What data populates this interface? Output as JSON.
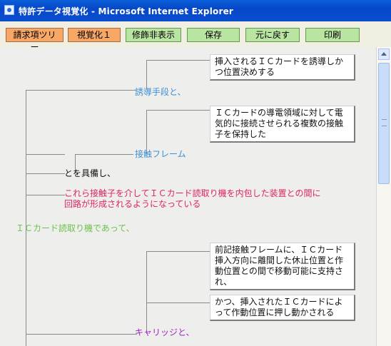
{
  "window": {
    "title": "特許データ視覚化 - Microsoft Internet Explorer"
  },
  "toolbar": {
    "buttons": [
      {
        "label": "請求項ツリー",
        "style": "orange"
      },
      {
        "label": "視覚化１",
        "style": "orange"
      },
      {
        "label": "修飾非表示",
        "style": "green"
      },
      {
        "label": "保存",
        "style": "green"
      },
      {
        "label": "元に戻す",
        "style": "green"
      },
      {
        "label": "印刷",
        "style": "green"
      }
    ]
  },
  "tree": {
    "nodes": [
      {
        "id": "n1",
        "text": [
          "挿入されるＩＣカードを誘導しか",
          "つ位置決めする"
        ],
        "color": "black",
        "boxed": true
      },
      {
        "id": "n2",
        "text": [
          "誘導手段と、"
        ],
        "color": "blue",
        "boxed": false
      },
      {
        "id": "n3",
        "text": [
          "ＩＣカードの導電領域に対して電",
          "気的に接続させられる複数の接触",
          "子を保持した"
        ],
        "color": "black",
        "boxed": true
      },
      {
        "id": "n4",
        "text": [
          "接触フレーム"
        ],
        "color": "blue",
        "boxed": false
      },
      {
        "id": "n5",
        "text": [
          "とを具備し、"
        ],
        "color": "black",
        "boxed": false
      },
      {
        "id": "n6",
        "text": [
          "これら接触子を介してＩＣカード読取り機を内包した装置との間に",
          "回路が形成されるようになっている"
        ],
        "color": "pink",
        "boxed": false
      },
      {
        "id": "n7",
        "text": [
          "ＩＣカード読取り機であって、"
        ],
        "color": "green",
        "boxed": false
      },
      {
        "id": "n8",
        "text": [
          "前記接触フレームに、ＩＣカード",
          "挿入方向に離間した休止位置と作",
          "動位置との間で移動可能に支持さ",
          "れ、"
        ],
        "color": "black",
        "boxed": true
      },
      {
        "id": "n9",
        "text": [
          "かつ、挿入されたＩＣカードによ",
          "って作動位置に押し動かされる"
        ],
        "color": "black",
        "boxed": true
      },
      {
        "id": "n10",
        "text": [
          "キャリッジと、"
        ],
        "color": "purple",
        "boxed": false
      }
    ]
  },
  "colors": {
    "blue": "#3f8fd7",
    "green": "#6bc24c",
    "pink": "#e0255b",
    "purple": "#a320c8",
    "orange_button": "#f7a867",
    "green_button": "#b9e4a2"
  }
}
